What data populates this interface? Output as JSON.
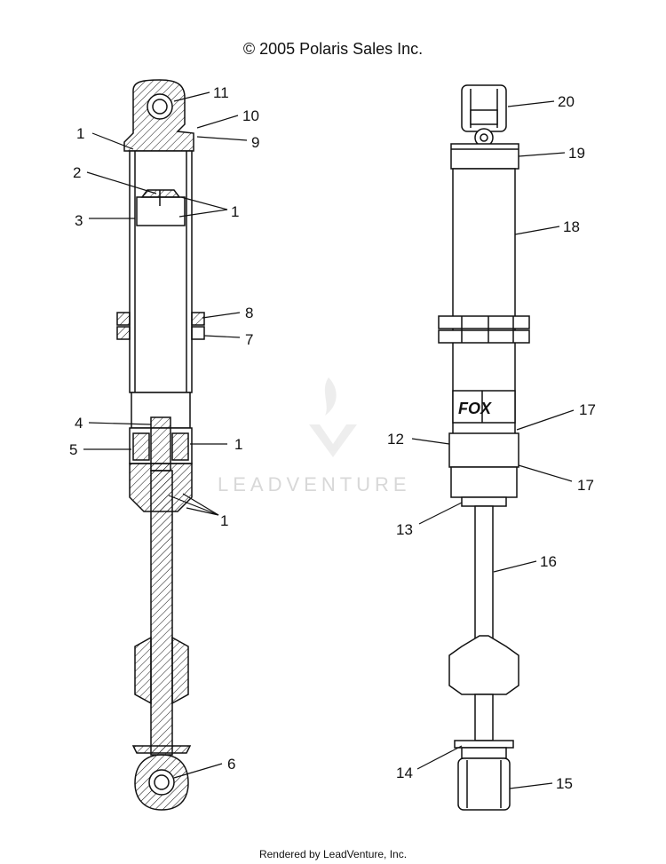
{
  "header": {
    "copyright": "© 2005 Polaris Sales Inc."
  },
  "footer": {
    "rendered_by": "Rendered by LeadVenture, Inc."
  },
  "watermark": {
    "text": "LEADVENTURE",
    "color": "#d8d8d8"
  },
  "brand_text": {
    "logo_letters": "FOX"
  },
  "callouts": {
    "c1a": "1",
    "c1b": "1",
    "c1c": "1",
    "c1d": "1",
    "c2": "2",
    "c3": "3",
    "c4": "4",
    "c5": "5",
    "c6": "6",
    "c7": "7",
    "c8": "8",
    "c9": "9",
    "c10": "10",
    "c11": "11",
    "c12": "12",
    "c13": "13",
    "c14": "14",
    "c15": "15",
    "c16": "16",
    "c17a": "17",
    "c17b": "17",
    "c18": "18",
    "c19": "19",
    "c20": "20"
  },
  "colors": {
    "line": "#111111",
    "background": "#ffffff"
  }
}
